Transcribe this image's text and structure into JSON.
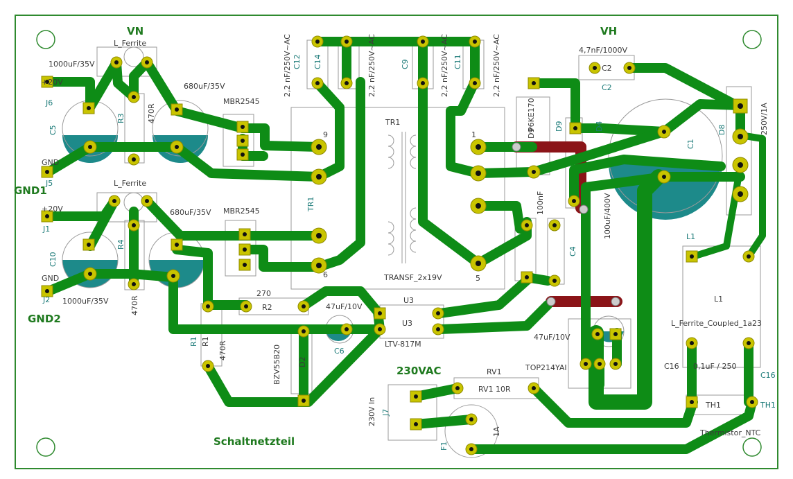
{
  "board": {
    "bg": "#ffffff",
    "edge_color": "#2f8a2f",
    "track_color": "#0e8c16",
    "bottom_track_color": "#8b1418",
    "pad_color": "#c9c400",
    "capacitor_fill": "#1d8a8a"
  },
  "headings": {
    "vn": "VN",
    "vh": "VH",
    "gnd1": "GND1",
    "gnd2": "GND2",
    "mains": "230VAC",
    "title": "Schaltnetzteil"
  },
  "labels": {
    "l_ferrite_1": "L_Ferrite",
    "l_ferrite_2": "L_Ferrite",
    "c5_val": "1000uF/35V",
    "c8_val": "680uF/35V",
    "c7_val": "680uF/35V",
    "c10_val": "1000uF/35V",
    "p20v_1": "+20V",
    "p20v_2": "+20V",
    "gnd_1": "GND",
    "gnd_2": "GND",
    "j6": "J6",
    "j5": "J5",
    "j1": "J1",
    "j2": "J2",
    "c5": "C5",
    "c10": "C10",
    "r3": "R3",
    "r3_val": "470R",
    "r4": "R4",
    "r4_val": "470R",
    "mbr1": "MBR2545",
    "mbr2": "MBR2545",
    "c12": "C12",
    "c12_val": "2,2 nF/250V~AC",
    "c14": "C14",
    "c14_val": "2,2 nF/250V~AC",
    "c9": "C9",
    "c9_val": "2,2 nF/250V~AC",
    "c11": "C11",
    "c11_val": "2,2 nF/250V~AC",
    "tr1": "TR1",
    "tr1_side": "TR1",
    "transf": "TRANSF_2x19V",
    "pin9": "9",
    "pin6": "6",
    "pin1": "1",
    "pin5": "5",
    "c2": "C2",
    "c2_val": "4,7nF/1000V",
    "p6ke": "P6KE170",
    "d9": "D9",
    "d4": "D4",
    "c1": "C1",
    "c1_val": "100uF/400V",
    "d8": "D8",
    "d8_val": "250V/1A",
    "c100nf": "100nF",
    "c4": "C4",
    "l1": "L1",
    "l1_body": "L1",
    "l1_val": "L_Ferrite_Coupled_1a23",
    "r2": "R2",
    "r2_val": "270",
    "r1": "R1",
    "r1_val": "470R",
    "c6_val": "47uF/10V",
    "c6": "C6",
    "u3": "U3",
    "u3_body": "U3",
    "ltv": "LTV-817M",
    "c47_val": "47uF/10V",
    "top214": "TOP214YAI",
    "c16": "C16",
    "c16_val": "0,1uF / 250",
    "d2": "D2",
    "bzv": "BZV55B20",
    "rv1": "RV1",
    "rv1_body": "RV1  10R",
    "j7": "J7",
    "j7_val": "230V In",
    "f1": "F1",
    "f1_val": "1A",
    "th1": "TH1",
    "th1_val": "Thermistor_NTC"
  }
}
